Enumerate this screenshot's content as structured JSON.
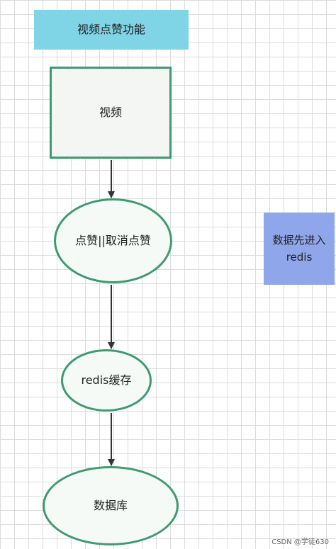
{
  "diagram": {
    "title": "视频点赞功能",
    "nodes": {
      "video": "视频",
      "like": "点赞||取消点赞",
      "redis_cache": "redis缓存",
      "database": "数据库"
    },
    "note": {
      "line1": "数据先进入",
      "line2": "redis"
    },
    "edges": [
      {
        "from": "video",
        "to": "like"
      },
      {
        "from": "like",
        "to": "redis_cache"
      },
      {
        "from": "redis_cache",
        "to": "database"
      }
    ],
    "colors": {
      "title_fill": "#7fd4e6",
      "node_border": "#3e9a70",
      "note_fill": "#8fa6ea",
      "edge": "#333333"
    }
  },
  "watermark": "CSDN @学徒630"
}
